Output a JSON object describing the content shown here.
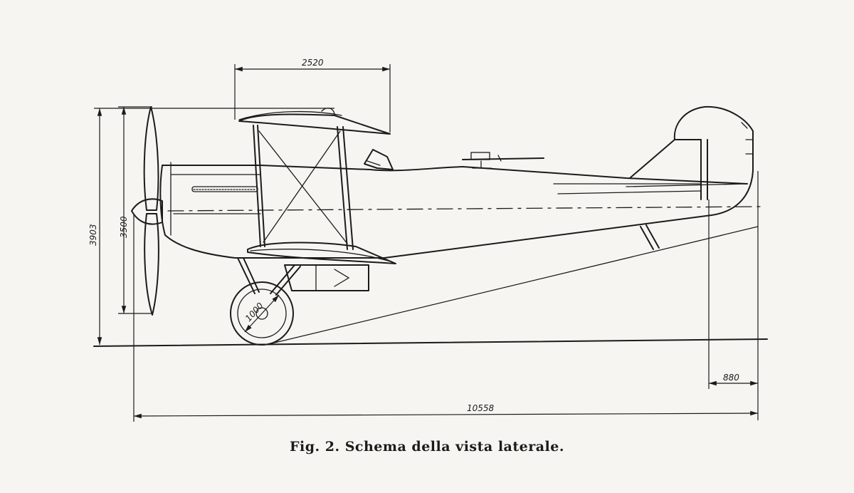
{
  "figure": {
    "caption": "Fig. 2. Schema della vista laterale.",
    "dimensions": {
      "upper_wing_chord": "2520",
      "overall_height": "3903",
      "propeller_height": "3500",
      "overall_length": "10558",
      "tail_offset": "880",
      "wheel_diameter": "1000"
    }
  }
}
